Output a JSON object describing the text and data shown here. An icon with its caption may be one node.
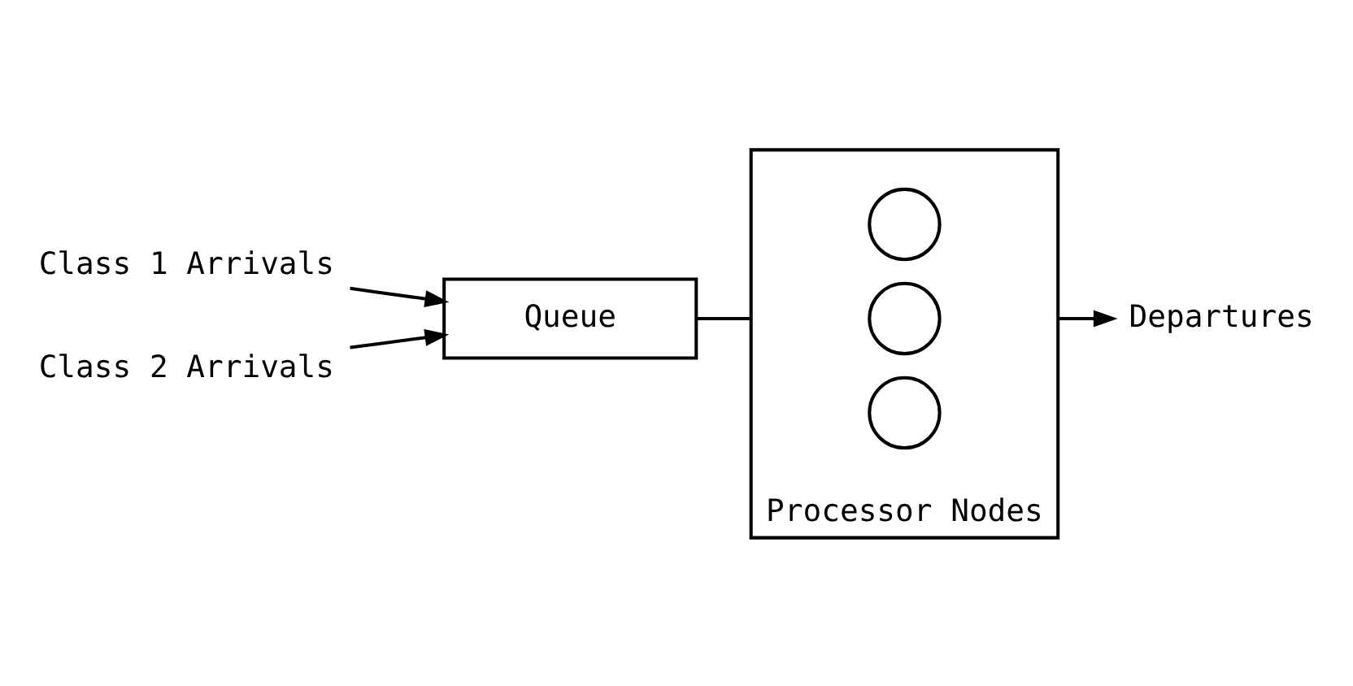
{
  "diagram": {
    "nodes": [
      {
        "text": [
          "Class 1 Arrivals"
        ]
      },
      {
        "text": [
          "Class 2 Arrivals"
        ]
      },
      {
        "text": [
          "Queue"
        ]
      },
      {
        "text": [
          "Processor Nodes"
        ]
      },
      {
        "text": [],
        "shape": "circle",
        "in": 3
      },
      {
        "text": [],
        "shape": "circle",
        "in": 3
      },
      {
        "text": [],
        "shape": "circle",
        "in": 3
      },
      {
        "text": [
          "Departures"
        ]
      }
    ],
    "edges": [
      {
        "from": 0,
        "to": 2,
        "arrow": "to"
      },
      {
        "from": 1,
        "to": 2,
        "arrow": "to"
      },
      {
        "from": 2,
        "to": 3,
        "arrow": "none"
      },
      {
        "from": 3,
        "to": 7,
        "arrow": "to"
      }
    ]
  }
}
